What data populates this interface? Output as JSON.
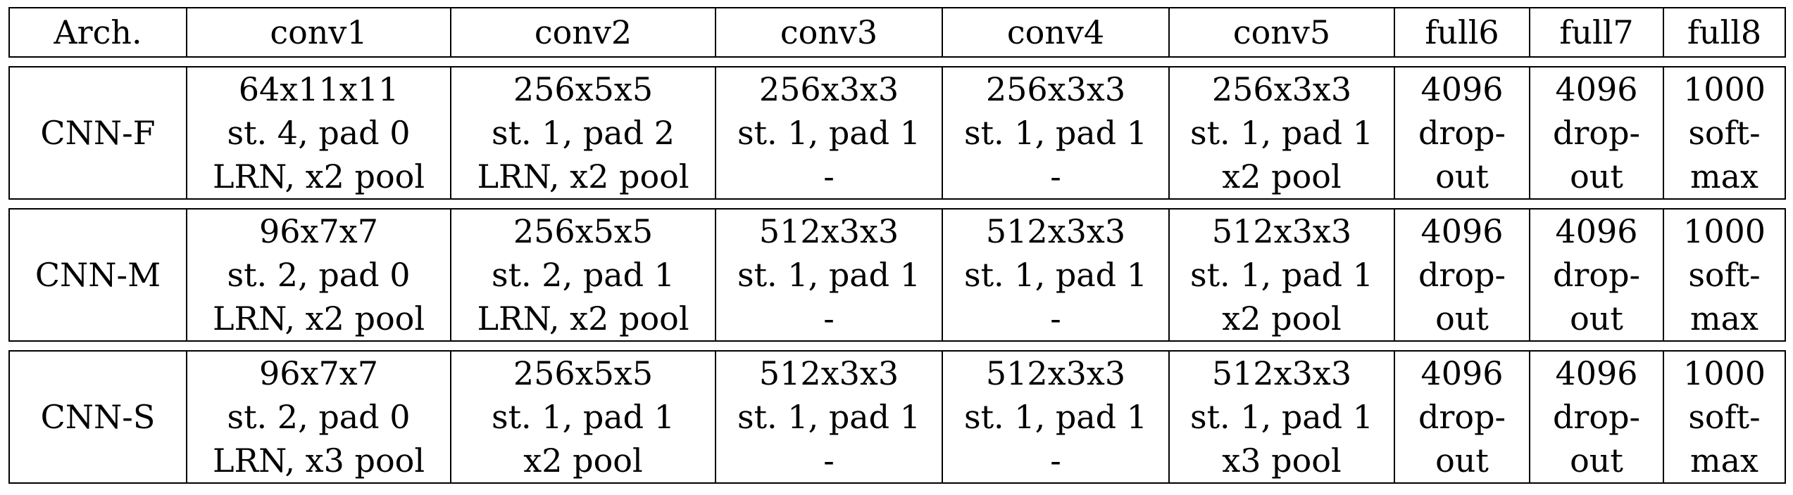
{
  "table": {
    "columns": [
      "Arch.",
      "conv1",
      "conv2",
      "conv3",
      "conv4",
      "conv5",
      "full6",
      "full7",
      "full8"
    ],
    "rows": [
      {
        "arch": "CNN-F",
        "cells": [
          [
            "64x11x11",
            "st. 4, pad 0",
            "LRN, x2 pool"
          ],
          [
            "256x5x5",
            "st. 1, pad 2",
            "LRN, x2 pool"
          ],
          [
            "256x3x3",
            "st. 1, pad 1",
            "-"
          ],
          [
            "256x3x3",
            "st. 1, pad 1",
            "-"
          ],
          [
            "256x3x3",
            "st. 1, pad 1",
            "x2 pool"
          ],
          [
            "4096",
            "drop-",
            "out"
          ],
          [
            "4096",
            "drop-",
            "out"
          ],
          [
            "1000",
            "soft-",
            "max"
          ]
        ]
      },
      {
        "arch": "CNN-M",
        "cells": [
          [
            "96x7x7",
            "st. 2, pad 0",
            "LRN, x2 pool"
          ],
          [
            "256x5x5",
            "st. 2, pad 1",
            "LRN, x2 pool"
          ],
          [
            "512x3x3",
            "st. 1, pad 1",
            "-"
          ],
          [
            "512x3x3",
            "st. 1, pad 1",
            "-"
          ],
          [
            "512x3x3",
            "st. 1, pad 1",
            "x2 pool"
          ],
          [
            "4096",
            "drop-",
            "out"
          ],
          [
            "4096",
            "drop-",
            "out"
          ],
          [
            "1000",
            "soft-",
            "max"
          ]
        ]
      },
      {
        "arch": "CNN-S",
        "cells": [
          [
            "96x7x7",
            "st. 2, pad 0",
            "LRN, x3 pool"
          ],
          [
            "256x5x5",
            "st. 1, pad 1",
            "x2 pool"
          ],
          [
            "512x3x3",
            "st. 1, pad 1",
            "-"
          ],
          [
            "512x3x3",
            "st. 1, pad 1",
            "-"
          ],
          [
            "512x3x3",
            "st. 1, pad 1",
            "x3 pool"
          ],
          [
            "4096",
            "drop-",
            "out"
          ],
          [
            "4096",
            "drop-",
            "out"
          ],
          [
            "1000",
            "soft-",
            "max"
          ]
        ]
      }
    ]
  }
}
